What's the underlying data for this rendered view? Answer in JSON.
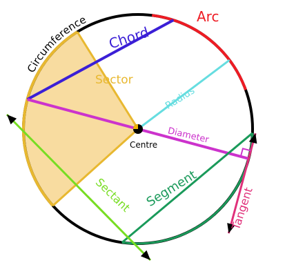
{
  "labels": {
    "circumference": "Circumference",
    "arc": "Arc",
    "chord": "Chord",
    "sector": "Sector",
    "radius": "Radius",
    "diameter": "Diameter",
    "centre": "Centre",
    "sectant": "Sectant",
    "segment": "Segment",
    "tangent": "Tangent"
  },
  "colors": {
    "circumference": "#000000",
    "arc": "#ee1c24",
    "chord": "#3b1fd6",
    "sector_edge": "#e8b830",
    "sector_fill": "#f8dca0",
    "radius": "#66dde0",
    "diameter": "#cc33cc",
    "sectant": "#77dd22",
    "segment": "#1a9a5a",
    "tangent": "#e0307a",
    "centre": "#000000",
    "centre_accent": "#f0b400"
  }
}
